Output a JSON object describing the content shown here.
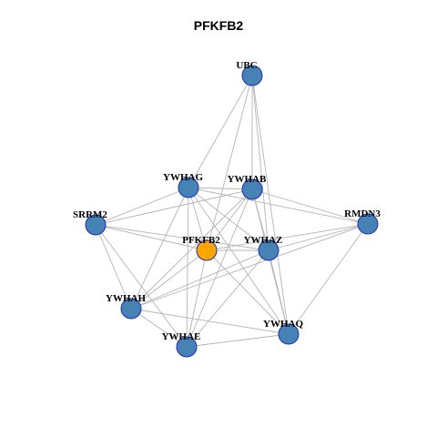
{
  "title": "PFKFB2",
  "colors": {
    "node": "#4682b4",
    "highlight": "#ffa500",
    "node_stroke": "#1f2fb0",
    "edge": "#b4b4b4"
  },
  "nodes": [
    {
      "id": "UBC",
      "label": "UBC",
      "highlight": false
    },
    {
      "id": "YWHAG",
      "label": "YWHAG",
      "highlight": false
    },
    {
      "id": "YWHAB",
      "label": "YWHAB",
      "highlight": false
    },
    {
      "id": "SRRM2",
      "label": "SRRM2",
      "highlight": false
    },
    {
      "id": "RMDN3",
      "label": "RMDN3",
      "highlight": false
    },
    {
      "id": "PFKFB2",
      "label": "PFKFB2",
      "highlight": true
    },
    {
      "id": "YWHAZ",
      "label": "YWHAZ",
      "highlight": false
    },
    {
      "id": "YWHAH",
      "label": "YWHAH",
      "highlight": false
    },
    {
      "id": "YWHAQ",
      "label": "YWHAQ",
      "highlight": false
    },
    {
      "id": "YWHAE",
      "label": "YWHAE",
      "highlight": false
    }
  ],
  "edges": [
    [
      "UBC",
      "YWHAG"
    ],
    [
      "UBC",
      "YWHAB"
    ],
    [
      "UBC",
      "YWHAZ"
    ],
    [
      "UBC",
      "YWHAQ"
    ],
    [
      "UBC",
      "PFKFB2"
    ],
    [
      "YWHAG",
      "YWHAB"
    ],
    [
      "YWHAG",
      "SRRM2"
    ],
    [
      "YWHAG",
      "PFKFB2"
    ],
    [
      "YWHAG",
      "YWHAZ"
    ],
    [
      "YWHAG",
      "YWHAH"
    ],
    [
      "YWHAG",
      "YWHAE"
    ],
    [
      "YWHAG",
      "YWHAQ"
    ],
    [
      "YWHAG",
      "RMDN3"
    ],
    [
      "YWHAB",
      "SRRM2"
    ],
    [
      "YWHAB",
      "PFKFB2"
    ],
    [
      "YWHAB",
      "YWHAZ"
    ],
    [
      "YWHAB",
      "YWHAH"
    ],
    [
      "YWHAB",
      "YWHAE"
    ],
    [
      "YWHAB",
      "YWHAQ"
    ],
    [
      "YWHAB",
      "RMDN3"
    ],
    [
      "SRRM2",
      "PFKFB2"
    ],
    [
      "SRRM2",
      "YWHAZ"
    ],
    [
      "SRRM2",
      "YWHAH"
    ],
    [
      "SRRM2",
      "YWHAE"
    ],
    [
      "RMDN3",
      "YWHAZ"
    ],
    [
      "RMDN3",
      "PFKFB2"
    ],
    [
      "RMDN3",
      "YWHAQ"
    ],
    [
      "RMDN3",
      "YWHAH"
    ],
    [
      "PFKFB2",
      "YWHAZ"
    ],
    [
      "PFKFB2",
      "YWHAE"
    ],
    [
      "PFKFB2",
      "YWHAQ"
    ],
    [
      "PFKFB2",
      "YWHAH"
    ],
    [
      "YWHAZ",
      "YWHAH"
    ],
    [
      "YWHAZ",
      "YWHAE"
    ],
    [
      "YWHAZ",
      "YWHAQ"
    ],
    [
      "YWHAH",
      "YWHAE"
    ],
    [
      "YWHAH",
      "YWHAQ"
    ],
    [
      "YWHAE",
      "YWHAQ"
    ]
  ]
}
